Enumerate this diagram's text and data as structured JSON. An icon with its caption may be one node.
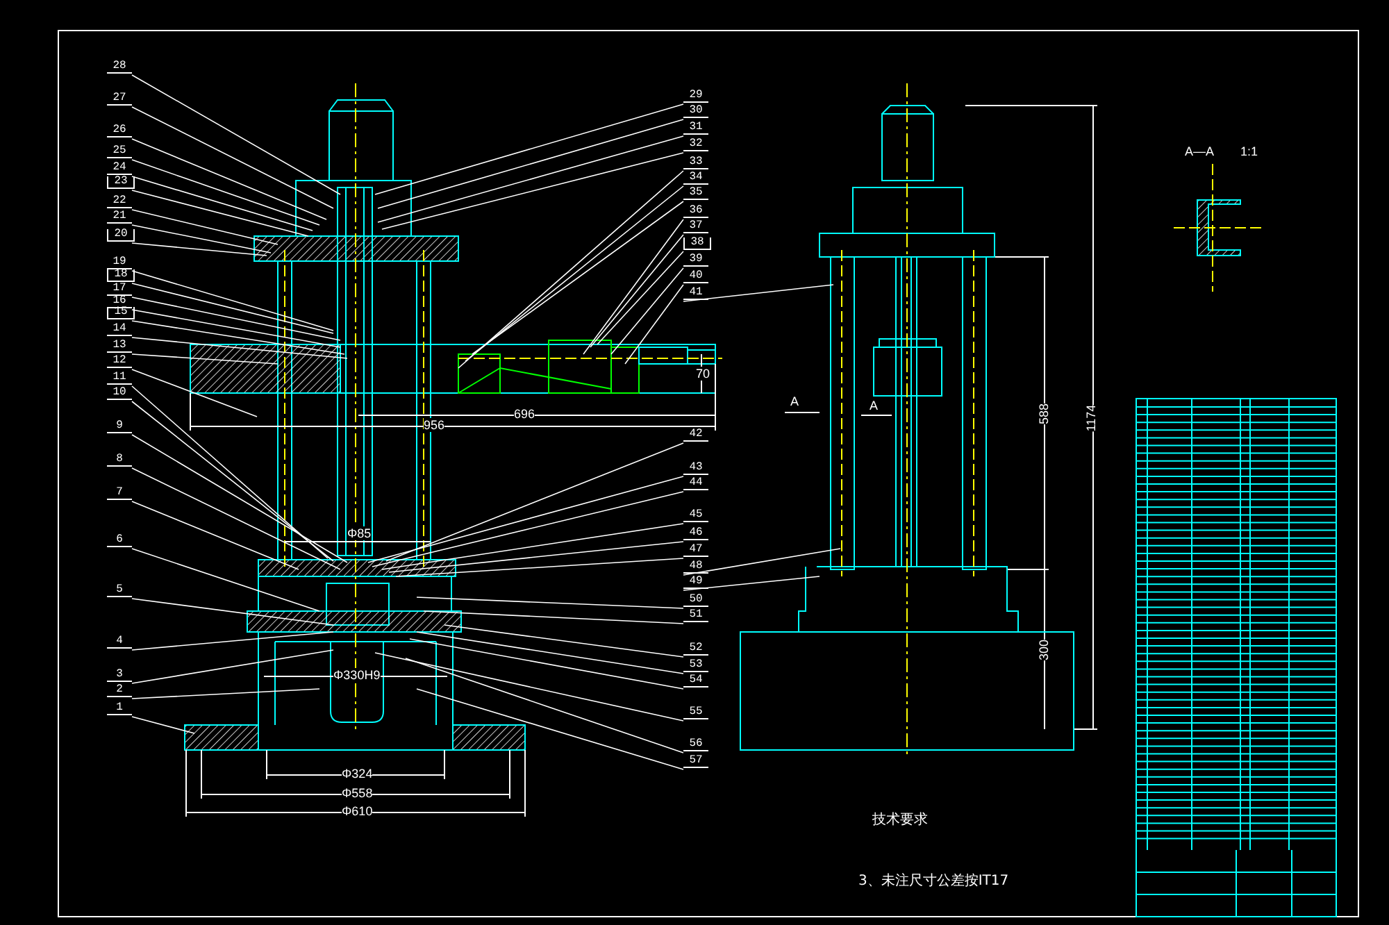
{
  "diagram": {
    "nodes": [
      {
        "text": [
          "1"
        ]
      },
      {
        "text": [
          "2"
        ]
      },
      {
        "text": [
          "3"
        ]
      },
      {
        "text": [
          "4"
        ]
      },
      {
        "text": [
          "5"
        ]
      },
      {
        "text": [
          "6"
        ]
      },
      {
        "text": [
          "7"
        ]
      },
      {
        "text": [
          "8"
        ]
      },
      {
        "text": [
          "9"
        ]
      },
      {
        "text": [
          "10"
        ]
      },
      {
        "text": [
          "11"
        ]
      },
      {
        "text": [
          "12"
        ]
      },
      {
        "text": [
          "13"
        ]
      },
      {
        "text": [
          "14"
        ]
      },
      {
        "text": [
          "15"
        ]
      },
      {
        "text": [
          "16"
        ]
      },
      {
        "text": [
          "17"
        ]
      },
      {
        "text": [
          "18"
        ]
      },
      {
        "text": [
          "19"
        ]
      },
      {
        "text": [
          "20"
        ]
      },
      {
        "text": [
          "21"
        ]
      },
      {
        "text": [
          "22"
        ]
      },
      {
        "text": [
          "23"
        ]
      },
      {
        "text": [
          "24"
        ]
      },
      {
        "text": [
          "25"
        ]
      },
      {
        "text": [
          "26"
        ]
      },
      {
        "text": [
          "27"
        ]
      },
      {
        "text": [
          "28"
        ]
      },
      {
        "text": [
          "29"
        ]
      },
      {
        "text": [
          "30"
        ]
      },
      {
        "text": [
          "31"
        ]
      },
      {
        "text": [
          "32"
        ]
      },
      {
        "text": [
          "33"
        ]
      },
      {
        "text": [
          "34"
        ]
      },
      {
        "text": [
          "35"
        ]
      },
      {
        "text": [
          "36"
        ]
      },
      {
        "text": [
          "37"
        ]
      },
      {
        "text": [
          "38"
        ]
      },
      {
        "text": [
          "39"
        ]
      },
      {
        "text": [
          "40"
        ]
      },
      {
        "text": [
          "41"
        ]
      },
      {
        "text": [
          "42"
        ]
      },
      {
        "text": [
          "43"
        ]
      },
      {
        "text": [
          "44"
        ]
      },
      {
        "text": [
          "45"
        ]
      },
      {
        "text": [
          "46"
        ]
      },
      {
        "text": [
          "47"
        ]
      },
      {
        "text": [
          "48"
        ]
      },
      {
        "text": [
          "49"
        ]
      },
      {
        "text": [
          "50"
        ]
      },
      {
        "text": [
          "51"
        ]
      },
      {
        "text": [
          "52"
        ]
      },
      {
        "text": [
          "53"
        ]
      },
      {
        "text": [
          "54"
        ]
      },
      {
        "text": [
          "55"
        ]
      },
      {
        "text": [
          "56"
        ]
      },
      {
        "text": [
          "57"
        ]
      }
    ],
    "edges": [
      {
        "from": 0,
        "to": null,
        "arrow": "none"
      },
      {
        "from": 1,
        "to": null,
        "arrow": "none"
      },
      {
        "from": 2,
        "to": null,
        "arrow": "none"
      },
      {
        "from": 3,
        "to": null,
        "arrow": "none"
      },
      {
        "from": 4,
        "to": null,
        "arrow": "none"
      },
      {
        "from": 5,
        "to": null,
        "arrow": "none"
      },
      {
        "from": 6,
        "to": null,
        "arrow": "none"
      },
      {
        "from": 7,
        "to": null,
        "arrow": "none"
      },
      {
        "from": 8,
        "to": null,
        "arrow": "none"
      },
      {
        "from": 9,
        "to": null,
        "arrow": "none"
      },
      {
        "from": 10,
        "to": null,
        "arrow": "none"
      },
      {
        "from": 11,
        "to": null,
        "arrow": "none"
      },
      {
        "from": 12,
        "to": null,
        "arrow": "none"
      },
      {
        "from": 13,
        "to": null,
        "arrow": "none"
      },
      {
        "from": 14,
        "to": null,
        "arrow": "none"
      },
      {
        "from": 15,
        "to": null,
        "arrow": "none"
      },
      {
        "from": 16,
        "to": null,
        "arrow": "none"
      },
      {
        "from": 17,
        "to": null,
        "arrow": "none"
      },
      {
        "from": 18,
        "to": null,
        "arrow": "none"
      },
      {
        "from": 19,
        "to": null,
        "arrow": "none"
      },
      {
        "from": 20,
        "to": null,
        "arrow": "none"
      },
      {
        "from": 21,
        "to": null,
        "arrow": "none"
      },
      {
        "from": 22,
        "to": null,
        "arrow": "none"
      },
      {
        "from": 23,
        "to": null,
        "arrow": "none"
      },
      {
        "from": 24,
        "to": null,
        "arrow": "none"
      },
      {
        "from": 25,
        "to": null,
        "arrow": "none"
      },
      {
        "from": 26,
        "to": null,
        "arrow": "none"
      },
      {
        "from": 27,
        "to": null,
        "arrow": "none"
      },
      {
        "from": 28,
        "to": null,
        "arrow": "none"
      },
      {
        "from": 29,
        "to": null,
        "arrow": "none"
      },
      {
        "from": 30,
        "to": null,
        "arrow": "none"
      },
      {
        "from": 31,
        "to": null,
        "arrow": "none"
      },
      {
        "from": 32,
        "to": null,
        "arrow": "none"
      },
      {
        "from": 33,
        "to": null,
        "arrow": "none"
      },
      {
        "from": 34,
        "to": null,
        "arrow": "none"
      },
      {
        "from": 35,
        "to": null,
        "arrow": "none"
      },
      {
        "from": 36,
        "to": null,
        "arrow": "none"
      },
      {
        "from": 37,
        "to": null,
        "arrow": "none"
      },
      {
        "from": 38,
        "to": null,
        "arrow": "none"
      },
      {
        "from": 39,
        "to": null,
        "arrow": "none"
      },
      {
        "from": 40,
        "to": null,
        "arrow": "none"
      },
      {
        "from": 41,
        "to": null,
        "arrow": "none"
      },
      {
        "from": 42,
        "to": null,
        "arrow": "none"
      },
      {
        "from": 43,
        "to": null,
        "arrow": "none"
      },
      {
        "from": 44,
        "to": null,
        "arrow": "none"
      },
      {
        "from": 45,
        "to": null,
        "arrow": "none"
      },
      {
        "from": 46,
        "to": null,
        "arrow": "none"
      },
      {
        "from": 47,
        "to": null,
        "arrow": "none"
      },
      {
        "from": 48,
        "to": null,
        "arrow": "none"
      },
      {
        "from": 49,
        "to": null,
        "arrow": "none"
      },
      {
        "from": 50,
        "to": null,
        "arrow": "none"
      },
      {
        "from": 51,
        "to": null,
        "arrow": "none"
      },
      {
        "from": 52,
        "to": null,
        "arrow": "none"
      },
      {
        "from": 53,
        "to": null,
        "arrow": "none"
      },
      {
        "from": 54,
        "to": null,
        "arrow": "none"
      },
      {
        "from": 55,
        "to": null,
        "arrow": "none"
      },
      {
        "from": 56,
        "to": null,
        "arrow": "none"
      }
    ],
    "labels": [
      "956",
      "696",
      "70",
      "Φ85",
      "Φ330H9",
      "Φ324",
      "Φ558",
      "Φ610",
      "A",
      "A",
      "A—A",
      "1:1",
      "1174",
      "588",
      "300",
      "技术要求",
      "3、未注尺寸公差按IT17"
    ]
  }
}
